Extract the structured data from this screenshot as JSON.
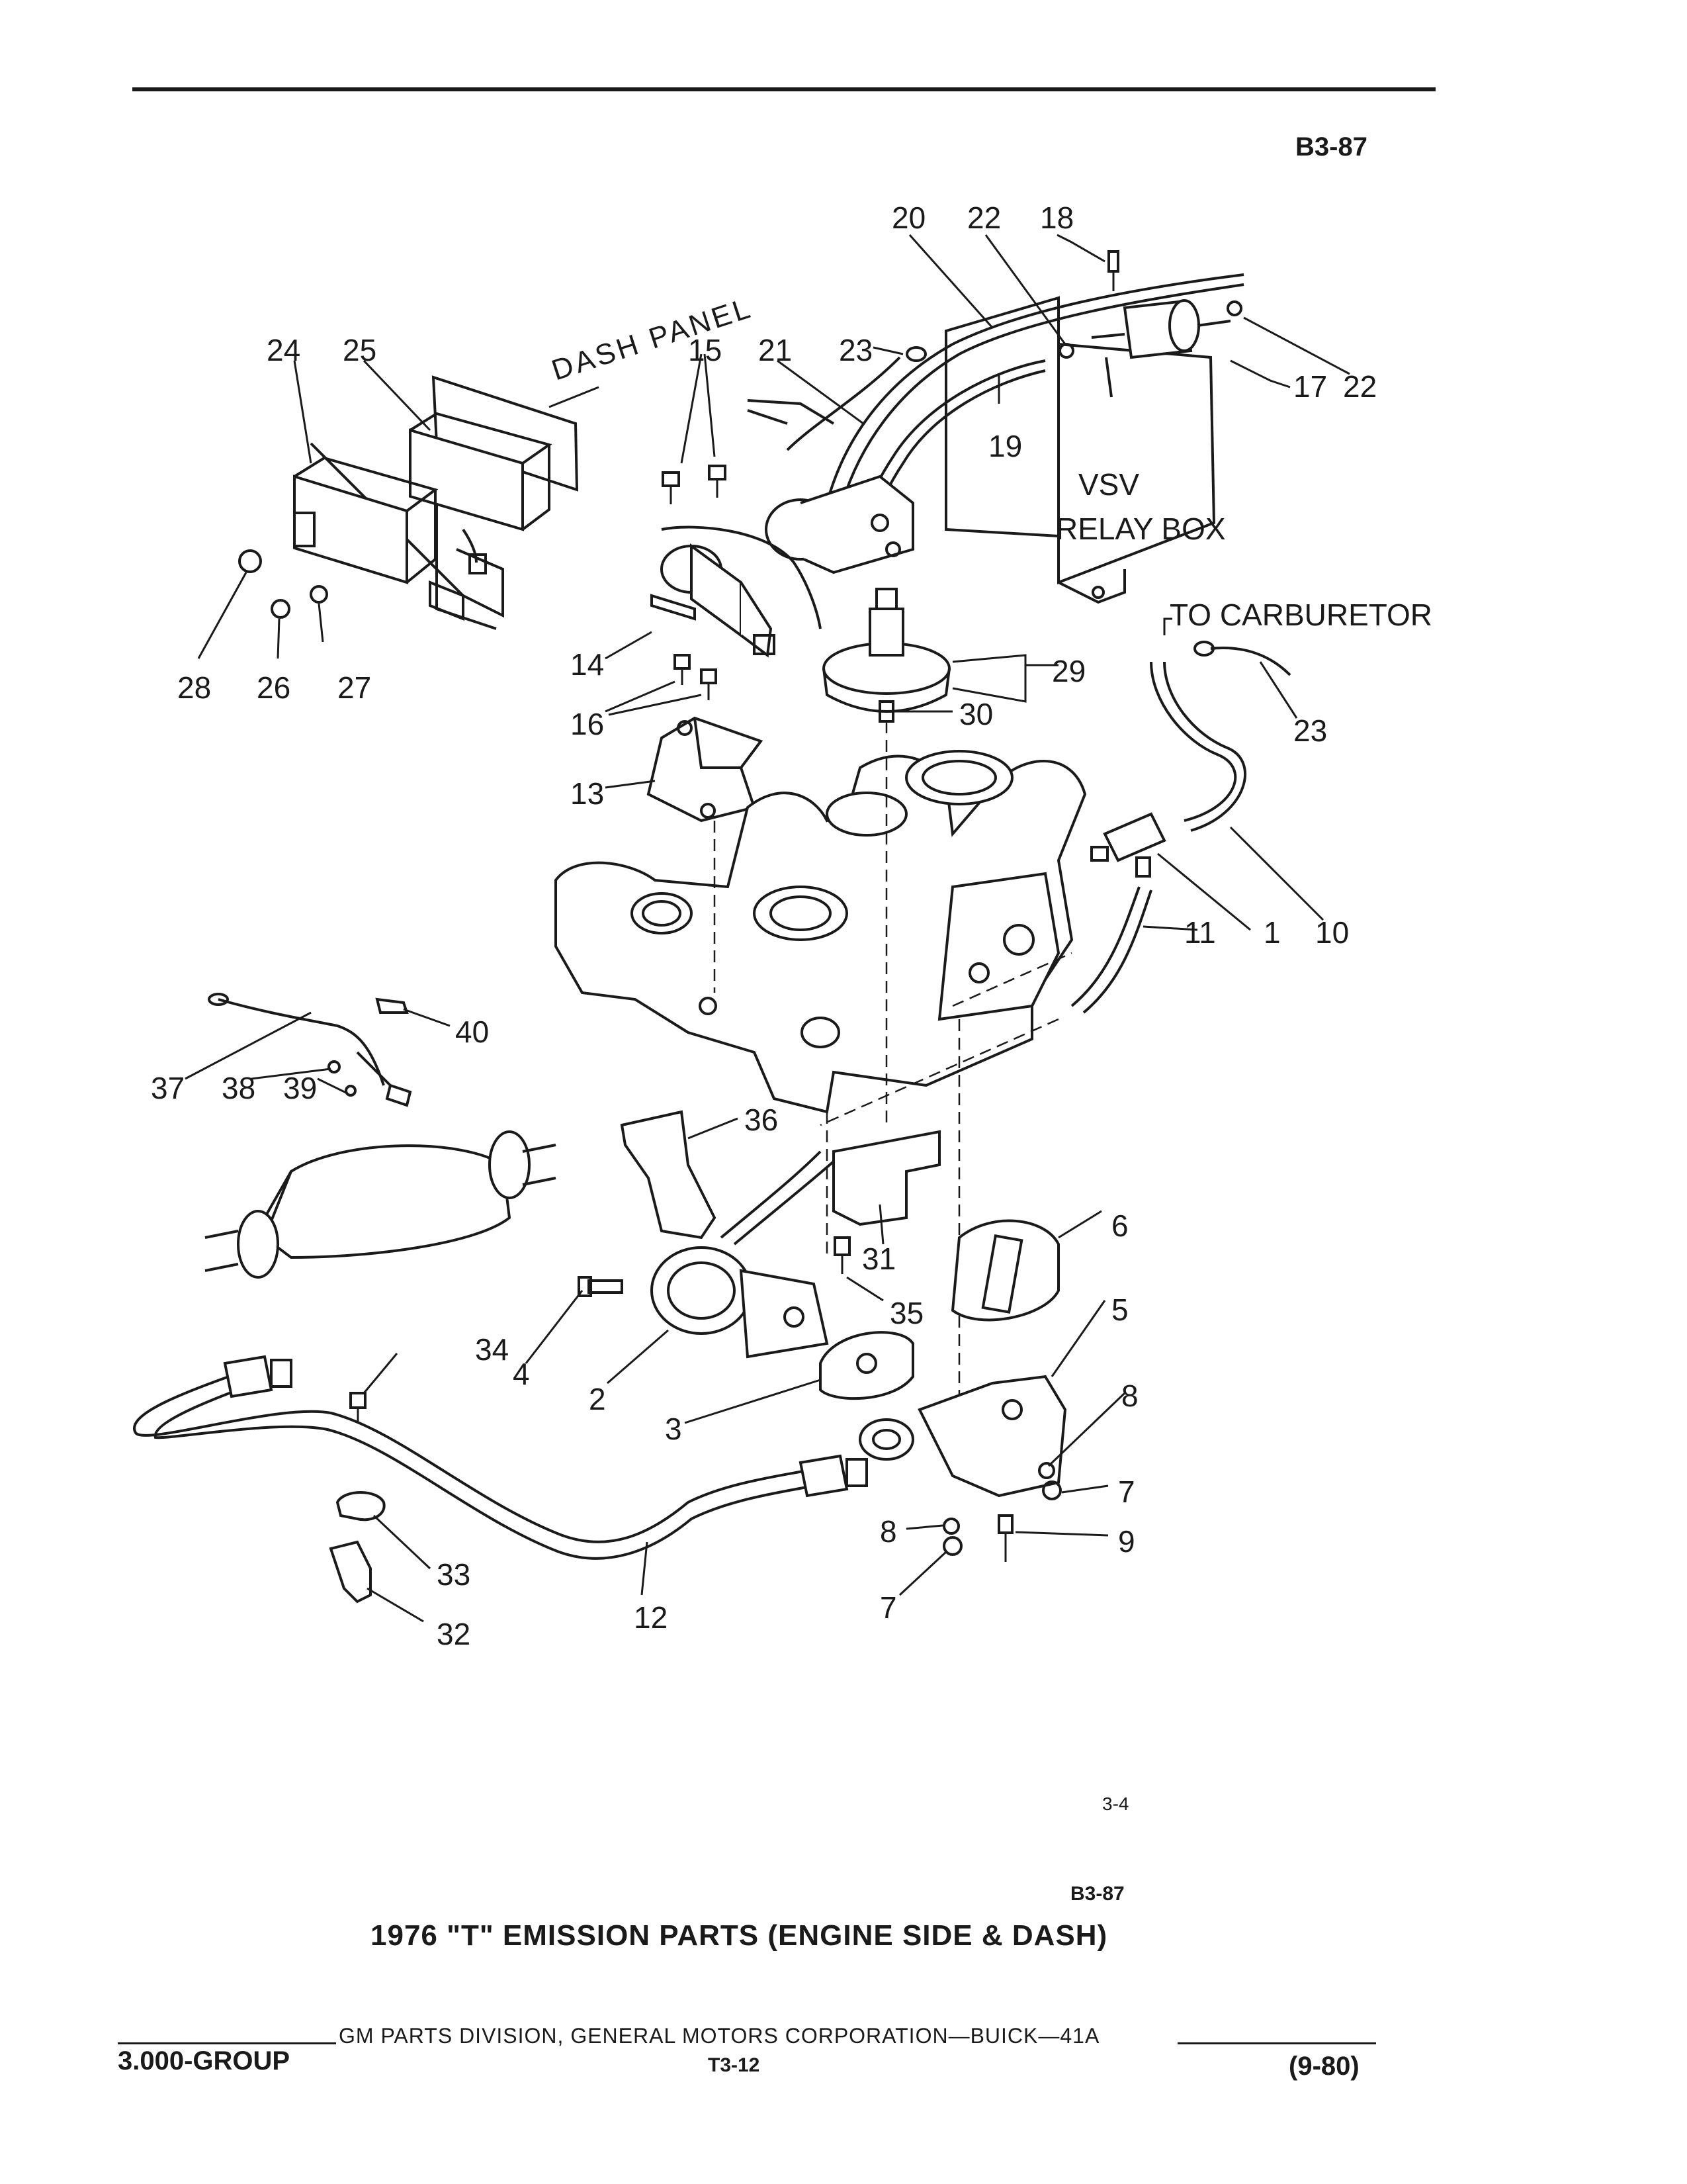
{
  "header": {
    "code": "B3-87"
  },
  "diagram": {
    "callouts": {
      "c1": "1",
      "c2": "2",
      "c3": "3",
      "c4": "4",
      "c5": "5",
      "c6": "6",
      "c7a": "7",
      "c7b": "7",
      "c8a": "8",
      "c8b": "8",
      "c9": "9",
      "c10": "10",
      "c11": "11",
      "c12": "12",
      "c13": "13",
      "c14": "14",
      "c15": "15",
      "c16": "16",
      "c17": "17",
      "c18": "18",
      "c19": "19",
      "c20": "20",
      "c21": "21",
      "c22a": "22",
      "c22b": "22",
      "c23a": "23",
      "c23b": "23",
      "c24": "24",
      "c25": "25",
      "c26": "26",
      "c27": "27",
      "c28": "28",
      "c29": "29",
      "c30": "30",
      "c31": "31",
      "c32": "32",
      "c33": "33",
      "c34": "34",
      "c35": "35",
      "c36": "36",
      "c37": "37",
      "c38": "38",
      "c39": "39",
      "c40": "40"
    },
    "labels": {
      "dash_panel": "DASH PANEL",
      "vsv": "VSV",
      "relay_box": "RELAY BOX",
      "to_carburetor": "TO CARBURETOR"
    }
  },
  "figure": {
    "ref": "3-4",
    "code": "B3-87",
    "title": "1976 \"T\" EMISSION PARTS (ENGINE SIDE & DASH)"
  },
  "footer": {
    "division": "GM PARTS DIVISION, GENERAL MOTORS CORPORATION—BUICK—41A",
    "group": "3.000-GROUP",
    "page": "T3-12",
    "date": "(9-80)"
  }
}
